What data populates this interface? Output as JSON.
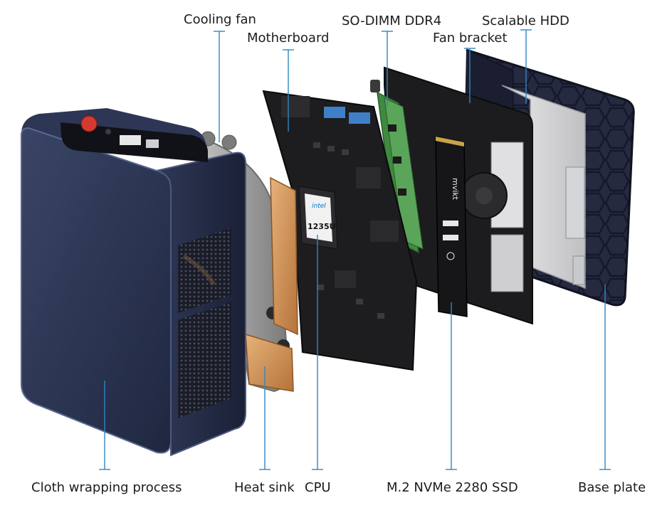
{
  "labels": {
    "cooling_fan": "Cooling fan",
    "motherboard": "Motherboard",
    "so_dimm": "SO-DIMM DDR4",
    "fan_bracket": "Fan bracket",
    "scalable_hdd": "Scalable HDD",
    "cloth_wrapping": "Cloth wrapping process",
    "heat_sink": "Heat sink",
    "cpu": "CPU",
    "ssd": "M.2 NVMe 2280 SSD",
    "base_plate": "Base plate"
  },
  "chip": {
    "brand": "intel",
    "model": "1235U"
  },
  "ssd_brand": "mvikt",
  "colors": {
    "leader": "#2f86c4",
    "chassis": "#2b3550",
    "board": "#1d1d1f",
    "copper": "#c98a4a",
    "heat_block": "#d9a25e",
    "ram_green": "#3f8a3f",
    "base_plate": "#23263a"
  }
}
